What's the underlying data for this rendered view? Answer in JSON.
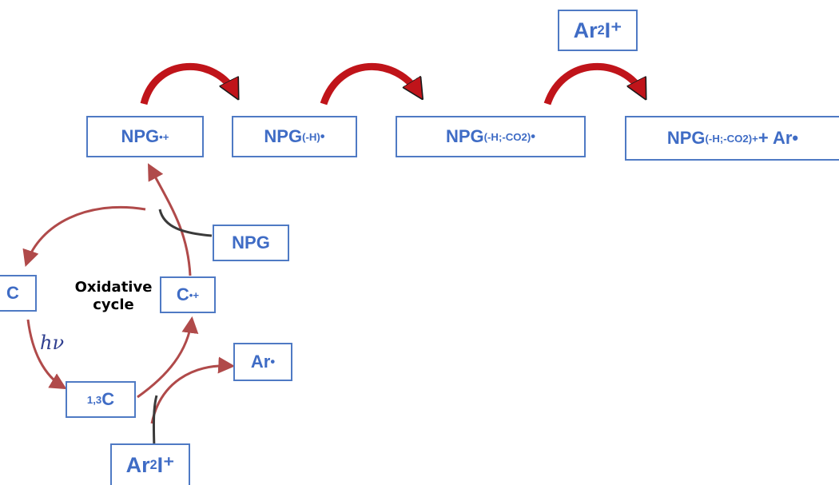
{
  "colors": {
    "box_border": "#4f7ac4",
    "box_text": "#3f6cc5",
    "arc_thin": "#b04a4a",
    "arc_thick": "#c0141a"
  },
  "top_row": {
    "box1": {
      "main": "NPG",
      "sup": "•+"
    },
    "box2": {
      "main": "NPG",
      "sub": "(-H)",
      "sup": "•"
    },
    "box3": {
      "main": "NPG",
      "sub": "(-H;-CO2)",
      "sup": "•"
    },
    "box4": {
      "main": "NPG",
      "sub": "(-H;-CO2)",
      "sup": "+",
      "rest": " + Ar•"
    },
    "reagent_top": {
      "main": "Ar",
      "sub": "2",
      "rest": "I⁺"
    }
  },
  "cycle": {
    "label_line1": "Oxidative",
    "label_line2": "cycle",
    "hv_label": "hν",
    "npg_box": "NPG",
    "c_box": "C",
    "c_radical_box": {
      "main": "C",
      "sup": "•+"
    },
    "excited_box": {
      "sup": "1,3",
      "main": "C"
    },
    "ar_radical_box": {
      "main": "Ar",
      "sup": "•"
    },
    "reagent_bottom": {
      "main": "Ar",
      "sub": "2",
      "rest": "I⁺"
    }
  }
}
